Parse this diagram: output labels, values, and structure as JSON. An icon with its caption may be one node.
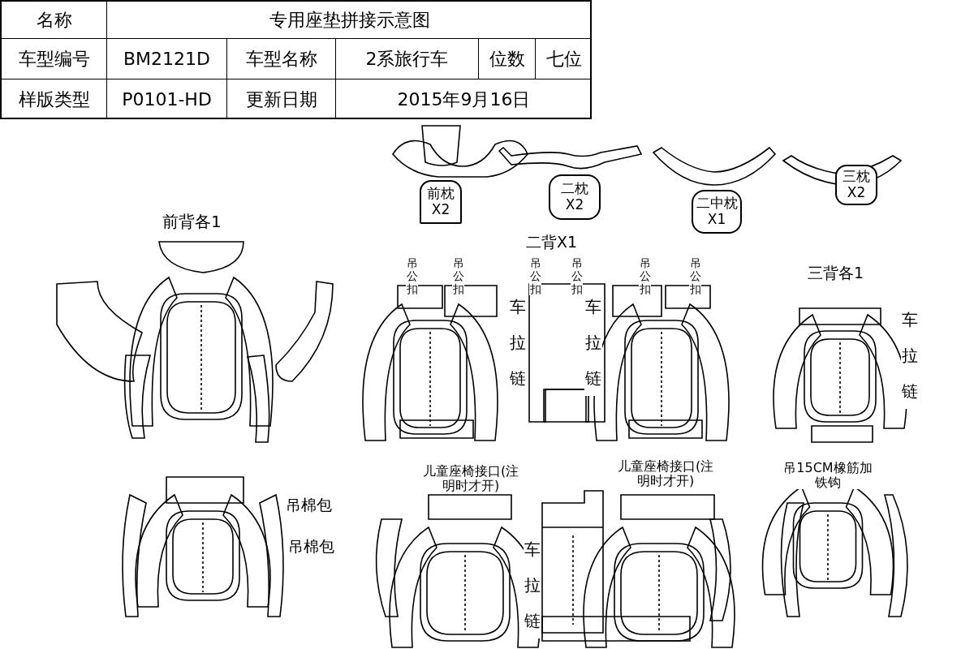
{
  "diagram": {
    "nodes": [
      {
        "text": [
          "前枕X2"
        ]
      },
      {
        "text": [
          "二枕X2"
        ]
      },
      {
        "text": [
          "二中枕X1"
        ]
      },
      {
        "text": [
          "三枕X2"
        ]
      }
    ],
    "labels": [
      "名称",
      "专用座垫拼接示意图",
      "车型编号",
      "BM2121D",
      "车型名称",
      "2系旅行车",
      "位数",
      "七位",
      "样版类型",
      "P0101-HD",
      "更新日期",
      "2015年9月16日",
      "前背各1",
      "二背X1",
      "吊公扣",
      "吊公扣",
      "吊公扣",
      "吊公扣",
      "吊公扣",
      "吊公扣",
      "车拉链",
      "车拉链",
      "三背各1",
      "车拉链",
      "吊棉包",
      "吊棉包",
      "儿童座椅接口(注明时才开)",
      "儿童座椅接口(注明时才开)",
      "吊15CM橡筋加铁钩",
      "车拉链"
    ]
  }
}
